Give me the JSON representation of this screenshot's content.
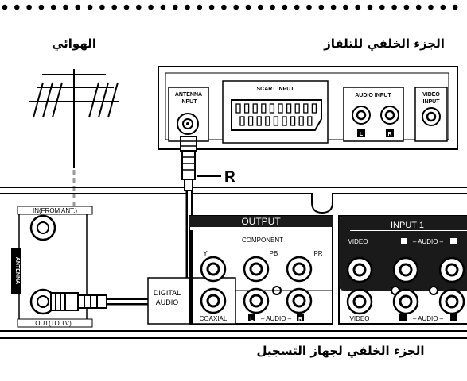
{
  "labels": {
    "antenna_ar": "الهوائي",
    "tv_back_ar": "الجزء الخلفي للتلفاز",
    "recorder_back_ar": "الجزء الخلفي لجهاز التسجيل",
    "callout_r": "R"
  },
  "tv_panel": {
    "antenna_input_line1": "ANTENNA",
    "antenna_input_line2": "INPUT",
    "scart_input": "SCART INPUT",
    "audio_input": "AUDIO INPUT",
    "audio_l": "L",
    "audio_r": "R",
    "video_input_line1": "VIDEO",
    "video_input_line2": "INPUT"
  },
  "recorder_panel": {
    "in_from_ant": "IN(FROM ANT.)",
    "antenna": "ANTENNA",
    "out_to_tv": "OUT(TO TV)",
    "output": "OUTPUT",
    "component": "COMPONENT",
    "y": "Y",
    "pb": "PB",
    "pr": "PR",
    "digital_audio_line1": "DIGITAL",
    "digital_audio_line2": "AUDIO",
    "coaxial": "COAXIAL",
    "audio_label": "– AUDIO –",
    "input1": "INPUT 1",
    "video": "VIDEO",
    "video_bottom": "VIDEO",
    "badge_l": "L",
    "badge_r": "R"
  },
  "colors": {
    "ink": "#000000",
    "grey_cable": "#9a9a9a",
    "paper": "#ffffff",
    "panel_dark": "#1a1a1a"
  }
}
